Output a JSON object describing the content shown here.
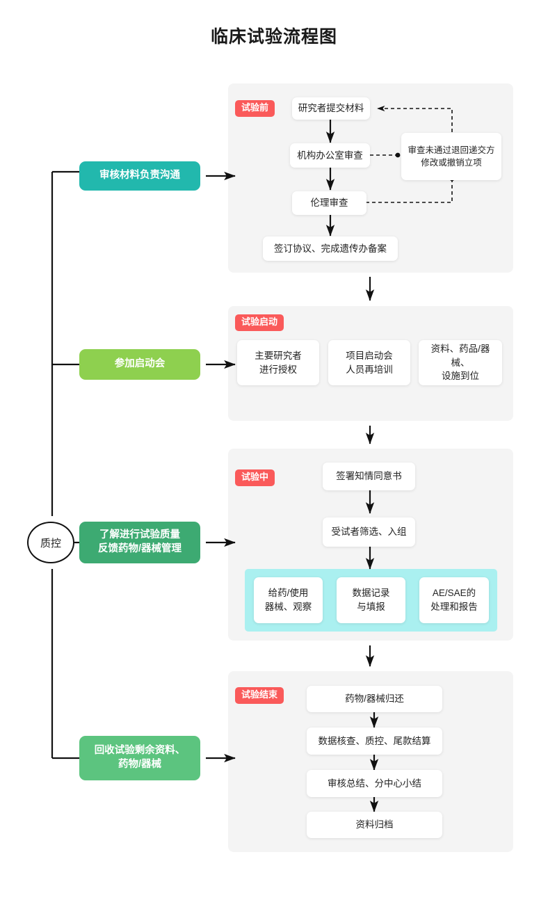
{
  "title": "临床试验流程图",
  "colors": {
    "badge": "#fa5a5a",
    "panel": "#f4f4f4",
    "cyan_band": "#aaf0f0",
    "role_teal": "#22b8ad",
    "role_lime": "#8ed04f",
    "role_dark_green": "#3daa72",
    "role_green": "#5cc47f",
    "line": "#111111",
    "box": "#ffffff"
  },
  "qc_node": {
    "label": "质控"
  },
  "roles": [
    {
      "id": "role-review",
      "label": "审核材料负责沟通"
    },
    {
      "id": "role-kickoff",
      "label": "参加启动会"
    },
    {
      "id": "role-quality",
      "label": "了解进行试验质量\n反馈药物/器械管理"
    },
    {
      "id": "role-recover",
      "label": "回收试验剩余资料、\n药物/器械"
    }
  ],
  "stages": [
    {
      "id": "stage-pre",
      "badge": "试验前",
      "steps": [
        {
          "id": "step-submit",
          "label": "研究者提交材料"
        },
        {
          "id": "step-office",
          "label": "机构办公室审查"
        },
        {
          "id": "step-ethics",
          "label": "伦理审查"
        },
        {
          "id": "step-agreement",
          "label": "签订协议、完成遗传办备案"
        },
        {
          "id": "step-reject",
          "label": "审查未通过退回递交方\n修改或撤销立项"
        }
      ]
    },
    {
      "id": "stage-start",
      "badge": "试验启动",
      "steps": [
        {
          "id": "step-auth",
          "label": "主要研究者\n进行授权"
        },
        {
          "id": "step-training",
          "label": "项目启动会\n人员再培训"
        },
        {
          "id": "step-ready",
          "label": "资料、药品/器械、\n设施到位"
        }
      ]
    },
    {
      "id": "stage-during",
      "badge": "试验中",
      "steps": [
        {
          "id": "step-consent",
          "label": "签署知情同意书"
        },
        {
          "id": "step-screen",
          "label": "受试者筛选、入组"
        },
        {
          "id": "step-dosing",
          "label": "给药/使用\n器械、观察"
        },
        {
          "id": "step-records",
          "label": "数据记录\n与填报"
        },
        {
          "id": "step-ae",
          "label": "AE/SAE的\n处理和报告"
        }
      ]
    },
    {
      "id": "stage-end",
      "badge": "试验结束",
      "steps": [
        {
          "id": "step-return",
          "label": "药物/器械归还"
        },
        {
          "id": "step-audit",
          "label": "数据核查、质控、尾款结算"
        },
        {
          "id": "step-summary",
          "label": "审核总结、分中心小结"
        },
        {
          "id": "step-archive",
          "label": "资料归档"
        }
      ]
    }
  ]
}
